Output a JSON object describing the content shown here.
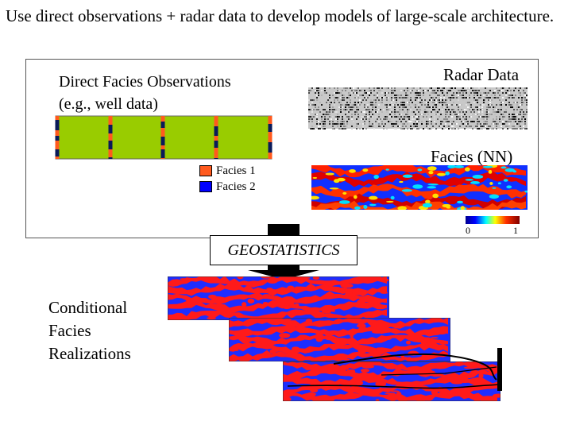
{
  "heading": "Use direct observations + radar data to develop models of large-scale architecture.",
  "direct_observations": {
    "title_line1": "Direct Facies Observations",
    "title_line2": "(e.g., well data)",
    "fill_color": "#99cc00"
  },
  "legend": [
    {
      "label": "Facies 1",
      "color": "#ff5a1e"
    },
    {
      "label": "Facies 2",
      "color": "#0000ff"
    }
  ],
  "radar": {
    "title": "Radar Data"
  },
  "facies_nn": {
    "title": "Facies (NN)",
    "scale_min": "0",
    "scale_max": "1"
  },
  "geostatistics": {
    "label": "GEOSTATISTICS"
  },
  "realizations": {
    "label_line1": "Conditional",
    "label_line2": "Facies",
    "label_line3": "Realizations",
    "colors": {
      "background": "#1e2dff",
      "facies": "#ff1a1a"
    }
  }
}
